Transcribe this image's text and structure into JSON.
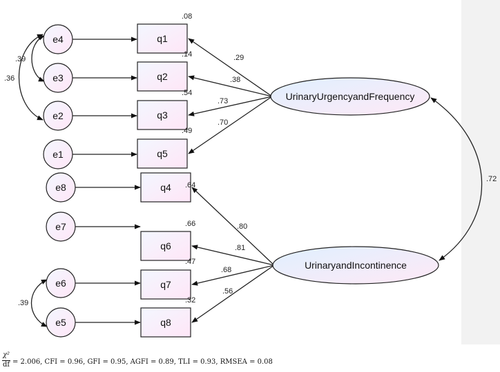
{
  "colors": {
    "node_fill_start": "#f3f7ff",
    "node_fill_end": "#ffe6f7",
    "latent_fill_start": "#dff0ff",
    "latent_fill_end": "#ffe9f6",
    "stroke": "#222222",
    "side_panel": "#f2f2f2"
  },
  "latents": [
    {
      "id": "L1",
      "label": "UrinaryUrgencyandFrequency"
    },
    {
      "id": "L2",
      "label": "UrinaryandIncontinence"
    }
  ],
  "observed": [
    {
      "id": "q1",
      "label": "q1",
      "r2": ".08",
      "loading": ".29",
      "latent": "L1",
      "error": "e4"
    },
    {
      "id": "q2",
      "label": "q2",
      "r2": ".14",
      "loading": ".38",
      "latent": "L1",
      "error": "e3"
    },
    {
      "id": "q3",
      "label": "q3",
      "r2": ".54",
      "loading": ".73",
      "latent": "L1",
      "error": "e2"
    },
    {
      "id": "q5",
      "label": "q5",
      "r2": ".49",
      "loading": ".70",
      "latent": "L1",
      "error": "e1"
    },
    {
      "id": "q4",
      "label": "q4",
      "r2": ".64",
      "loading": ".80",
      "latent": "L2",
      "error": "e8"
    },
    {
      "id": "q6",
      "label": "q6",
      "r2": ".66",
      "loading": ".81",
      "latent": "L2",
      "error": "e7"
    },
    {
      "id": "q7",
      "label": "q7",
      "r2": ".47",
      "loading": ".68",
      "latent": "L2",
      "error": "e6"
    },
    {
      "id": "q8",
      "label": "q8",
      "r2": ".32",
      "loading": ".56",
      "latent": "L2",
      "error": "e5"
    }
  ],
  "errors": [
    {
      "id": "e4",
      "label": "e4"
    },
    {
      "id": "e3",
      "label": "e3"
    },
    {
      "id": "e2",
      "label": "e2"
    },
    {
      "id": "e1",
      "label": "e1"
    },
    {
      "id": "e8",
      "label": "e8"
    },
    {
      "id": "e7",
      "label": "e7"
    },
    {
      "id": "e6",
      "label": "e6"
    },
    {
      "id": "e5",
      "label": "e5"
    }
  ],
  "error_covariances": [
    {
      "from": "e4",
      "to": "e3",
      "label": ".39"
    },
    {
      "from": "e4",
      "to": "e2",
      "label": ".36"
    },
    {
      "from": "e6",
      "to": "e5",
      "label": ".39"
    }
  ],
  "latent_covariance": {
    "from": "L1",
    "to": "L2",
    "label": ".72"
  },
  "fit": {
    "frac_num": "χ²",
    "frac_den": "df",
    "text": "= 2.006, CFI = 0.96, GFI = 0.95, AGFI = 0.89, TLI = 0.93, RMSEA = 0.08"
  }
}
